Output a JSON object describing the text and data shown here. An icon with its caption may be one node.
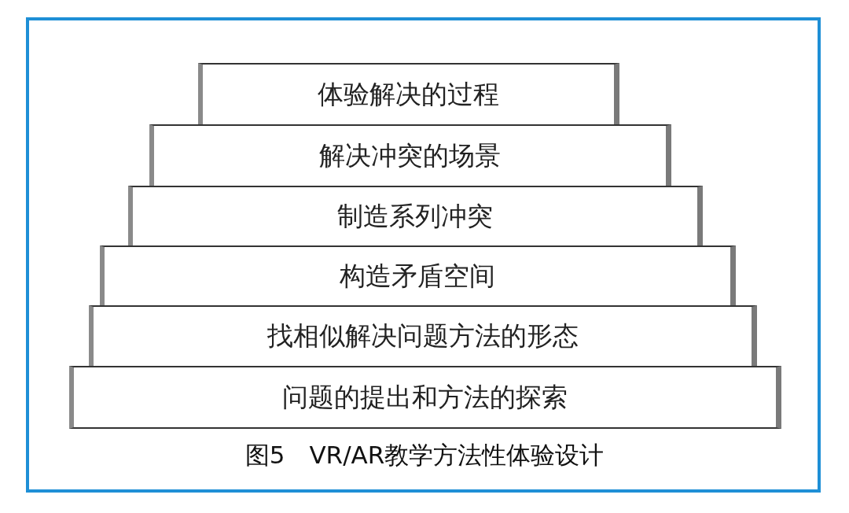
{
  "diagram": {
    "caption": "图5　VR/AR教学方法性体验设计",
    "nodes": [
      {
        "text": [
          "体验解决的过程"
        ]
      },
      {
        "text": [
          "解决冲突的场景"
        ]
      },
      {
        "text": [
          "制造系列冲突"
        ]
      },
      {
        "text": [
          "构造矛盾空间"
        ]
      },
      {
        "text": [
          "找相似解决问题方法的形态"
        ]
      },
      {
        "text": [
          "问题的提出和方法的探索"
        ]
      }
    ]
  }
}
